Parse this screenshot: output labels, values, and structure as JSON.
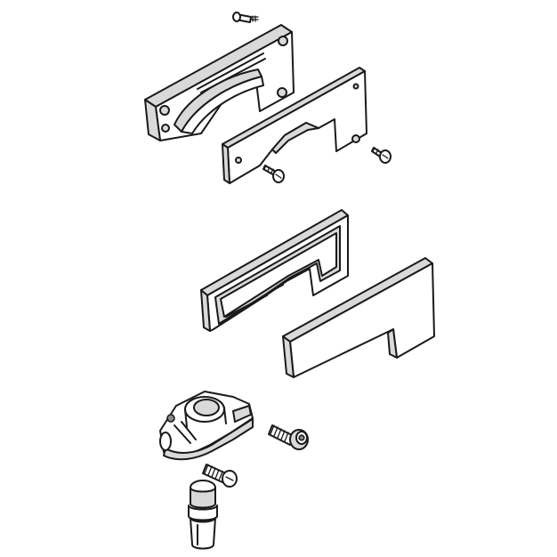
{
  "diagram": {
    "type": "exploded-parts-drawing",
    "parts": [
      {
        "id": "top-plate-screw",
        "shape": "screw"
      },
      {
        "id": "top-pivot-plate",
        "shape": "plate-with-arc-slot"
      },
      {
        "id": "top-cover-plate",
        "shape": "notched-plate"
      },
      {
        "id": "side-screw-left",
        "shape": "screw"
      },
      {
        "id": "side-screw-right",
        "shape": "screw"
      },
      {
        "id": "gasket-frame",
        "shape": "l-shaped-frame"
      },
      {
        "id": "l-cover-plate",
        "shape": "l-shaped-plate"
      },
      {
        "id": "pivot-clamp",
        "shape": "clamp-block"
      },
      {
        "id": "clamp-screw",
        "shape": "socket-screw"
      },
      {
        "id": "pin-screw",
        "shape": "screw"
      },
      {
        "id": "pivot-pin",
        "shape": "cylindrical-pin"
      }
    ],
    "colors": {
      "line": "#1a1a1a",
      "shade": "#d9d9d9",
      "dark": "#8a8a8a",
      "background": "#ffffff"
    }
  }
}
